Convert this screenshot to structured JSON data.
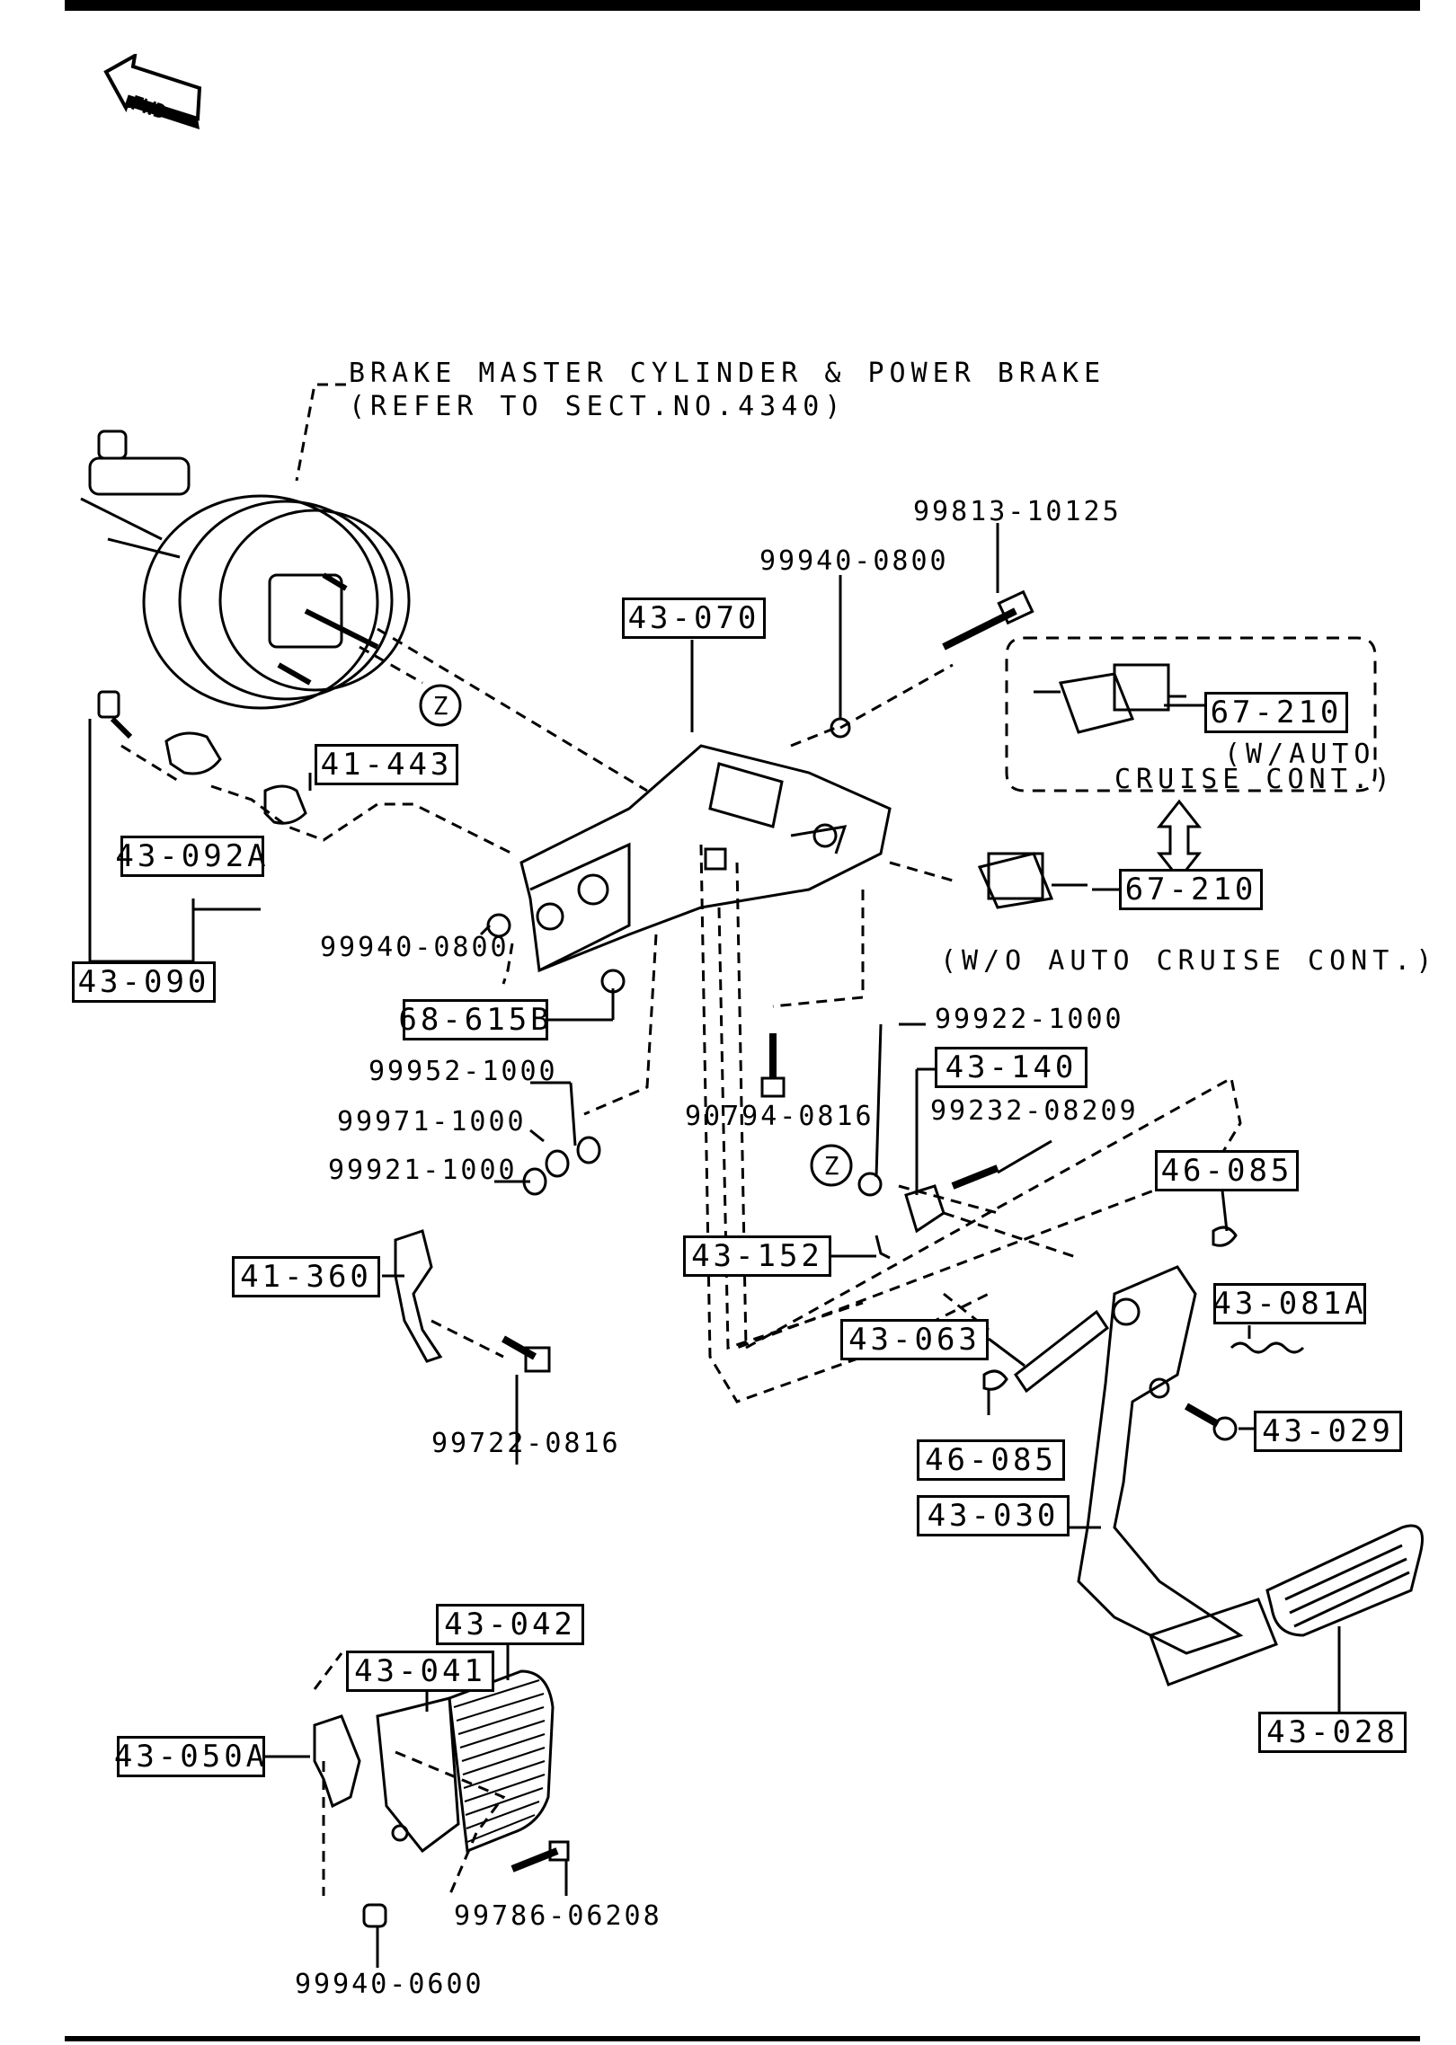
{
  "fwd_label": "FWD",
  "notes": {
    "master_cylinder_line1": "BRAKE MASTER CYLINDER & POWER BRAKE",
    "master_cylinder_line2": "(REFER TO SECT.NO.4340)",
    "auto_cruise_line1": "(W/AUTO",
    "auto_cruise_line2": "CRUISE CONT.)",
    "no_auto_cruise": "(W/O AUTO CRUISE CONT.)"
  },
  "ref_marker": "Z",
  "boxed_parts": {
    "p43_070": "43-070",
    "p41_443": "41-443",
    "p43_092a": "43-092A",
    "p43_090": "43-090",
    "p68_615b": "68-615B",
    "p67_210_a": "67-210",
    "p67_210_b": "67-210",
    "p43_140": "43-140",
    "p46_085_a": "46-085",
    "p43_081a": "43-081A",
    "p43_152": "43-152",
    "p41_360": "41-360",
    "p43_063": "43-063",
    "p46_085_b": "46-085",
    "p43_029": "43-029",
    "p43_030": "43-030",
    "p43_042": "43-042",
    "p43_041": "43-041",
    "p43_050a": "43-050A",
    "p43_028": "43-028"
  },
  "parts": {
    "p99813_10125": "99813-10125",
    "p99940_0800_top": "99940-0800",
    "p99940_0800_left": "99940-0800",
    "p99952_1000": "99952-1000",
    "p99971_1000": "99971-1000",
    "p99921_1000": "99921-1000",
    "p99922_1000": "99922-1000",
    "p90794_0816": "90794-0816",
    "p99232_08209": "99232-08209",
    "p99722_0816": "99722-0816",
    "p99786_06208": "99786-06208",
    "p99940_0600": "99940-0600"
  }
}
